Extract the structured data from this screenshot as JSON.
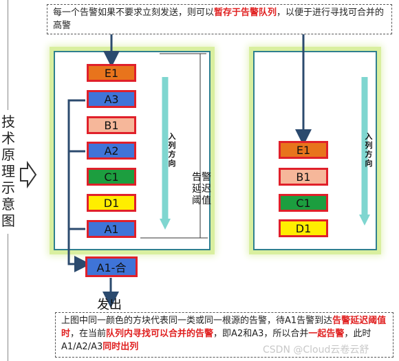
{
  "top_note": {
    "text_a": "每一个告警如果不要求立刻发送，则可以",
    "highlight": "暂存于告警队列",
    "text_b": "，以便于进行寻找可合并的高警"
  },
  "side_label": [
    "技",
    "术",
    "原",
    "理",
    "示",
    "意",
    "图"
  ],
  "left_queue": {
    "blocks": [
      {
        "label": "E1",
        "color": "#e8741c"
      },
      {
        "label": "A3",
        "color": "#3f74d8"
      },
      {
        "label": "B1",
        "color": "#f6b79a"
      },
      {
        "label": "A2",
        "color": "#3f74d8"
      },
      {
        "label": "C1",
        "color": "#1c9e3f"
      },
      {
        "label": "D1",
        "color": "#ffee00"
      },
      {
        "label": "A1",
        "color": "#3f74d8"
      }
    ],
    "direction_label": [
      "入",
      "列",
      "方",
      "向"
    ],
    "threshold_label": [
      "告警",
      "延迟",
      "阈值"
    ]
  },
  "merged_block": {
    "label": "A1-合",
    "color": "#3f74d8"
  },
  "send_label": "发出",
  "right_queue": {
    "blocks": [
      {
        "label": "E1",
        "color": "#e8741c"
      },
      {
        "label": "B1",
        "color": "#f6b79a"
      },
      {
        "label": "C1",
        "color": "#1c9e3f"
      },
      {
        "label": "D1",
        "color": "#ffee00"
      }
    ],
    "direction_label": [
      "入",
      "列",
      "方",
      "向"
    ]
  },
  "bottom_note": {
    "t1": "上图中同一颜色的方块代表同一类或同一根源的告警，待A1告警到达",
    "h1": "告警延迟阈值时",
    "t2": "，在当前",
    "h2": "队列内寻找可以合并的告警",
    "t3": "，即A2和A3，所以合并",
    "h3": "一起告警",
    "t4": "，此时A1/A2/A3",
    "h4": "同时出列"
  },
  "watermark": "CSDN @Cloud云卷云舒",
  "colors": {
    "arrow": "#2b4a6e",
    "cyan_arrow": "#7fd6d0",
    "block_border": "#e0202a"
  }
}
